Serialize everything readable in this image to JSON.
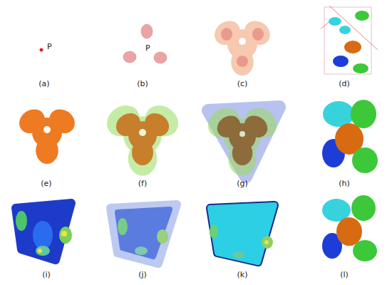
{
  "diagram": {
    "labels": [
      "P",
      "(a)",
      "P",
      "(b)",
      "(c)",
      "(d)",
      "(e)",
      "(f)",
      "(g)",
      "(h)",
      "(i)",
      "(j)",
      "(k)",
      "(l)"
    ]
  }
}
